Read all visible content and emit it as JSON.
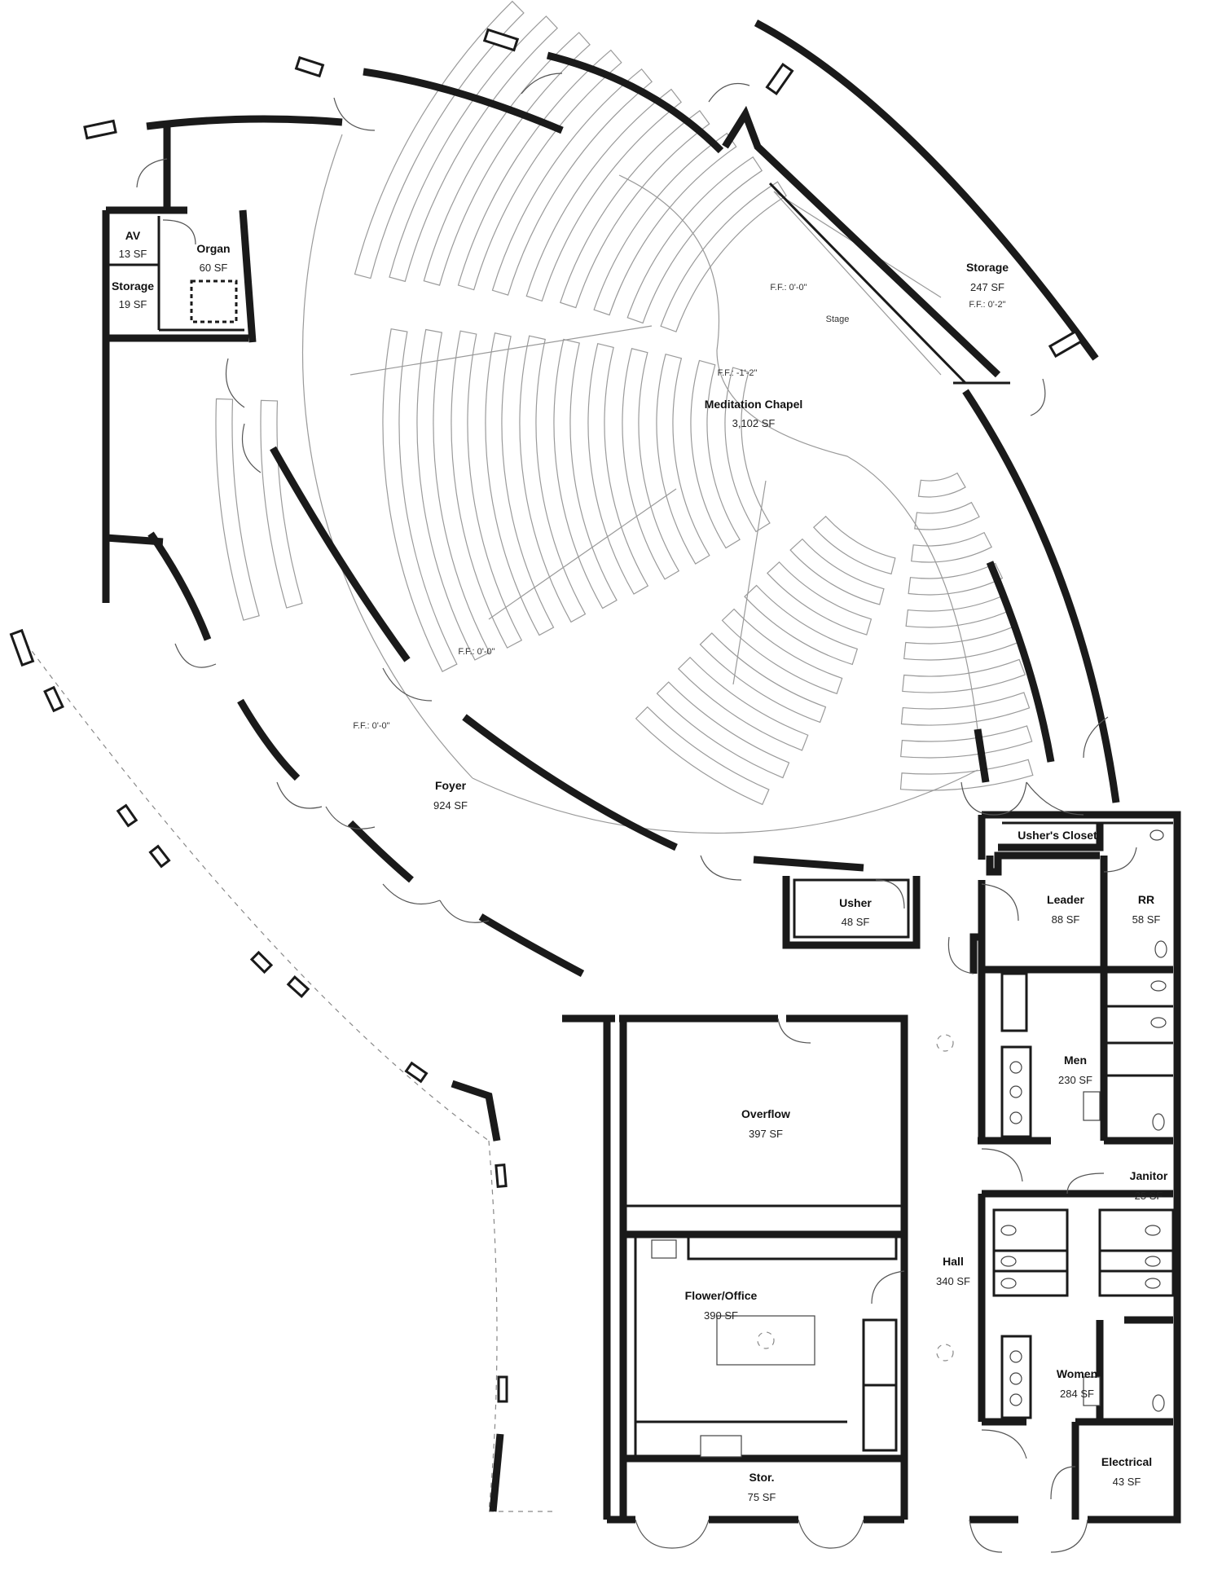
{
  "rooms": {
    "av": {
      "name": "AV",
      "area": "13 SF"
    },
    "storage_small": {
      "name": "Storage",
      "area": "19 SF"
    },
    "organ": {
      "name": "Organ",
      "area": "60 SF"
    },
    "storage_stage": {
      "name": "Storage",
      "area": "247 SF",
      "ff": "F.F.: 0'-2\""
    },
    "stage": {
      "name": "Stage",
      "ff": "F.F.: 0'-0\""
    },
    "chapel": {
      "name": "Meditation Chapel",
      "area": "3,102 SF",
      "ff": "F.F.: -1'-2\""
    },
    "foyer": {
      "name": "Foyer",
      "area": "924 SF",
      "ff": "F.F.: 0'-0\"",
      "ff_inner": "F.F.: 0'-0\""
    },
    "ushers_closet": {
      "name": "Usher's Closet"
    },
    "usher": {
      "name": "Usher",
      "area": "48 SF"
    },
    "leader": {
      "name": "Leader",
      "area": "88 SF"
    },
    "rr": {
      "name": "RR",
      "area": "58 SF"
    },
    "men": {
      "name": "Men",
      "area": "230 SF"
    },
    "janitor": {
      "name": "Janitor",
      "area": "25 SF"
    },
    "overflow": {
      "name": "Overflow",
      "area": "397 SF"
    },
    "hall": {
      "name": "Hall",
      "area": "340 SF"
    },
    "flower_office": {
      "name": "Flower/Office",
      "area": "390 SF"
    },
    "women": {
      "name": "Women",
      "area": "284 SF"
    },
    "electrical": {
      "name": "Electrical",
      "area": "43 SF"
    },
    "stor": {
      "name": "Stor.",
      "area": "75 SF"
    }
  }
}
